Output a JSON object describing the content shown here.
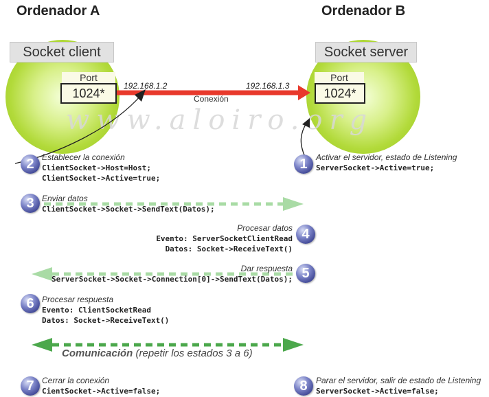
{
  "headers": {
    "computer_a": "Ordenador A",
    "computer_b": "Ordenador B"
  },
  "client": {
    "label": "Socket client",
    "port_label": "Port",
    "port_value": "1024*",
    "ip": "192.168.1.2"
  },
  "server": {
    "label": "Socket server",
    "port_label": "Port",
    "port_value": "1024*",
    "ip": "192.168.1.3"
  },
  "connection_label": "Conexión",
  "watermark": "www.aloiro.org",
  "steps": {
    "s1": {
      "num": "1",
      "title": "Activar el servidor, estado de Listening",
      "code": [
        "ServerSocket->Active=true;"
      ]
    },
    "s2": {
      "num": "2",
      "title": "Establecer la conexión",
      "code": [
        "ClientSocket->Host=Host;",
        "ClientSocket->Active=true;"
      ]
    },
    "s3": {
      "num": "3",
      "title": "Enviar datos",
      "code": [
        "ClientSocket->Socket->SendText(Datos);"
      ]
    },
    "s4": {
      "num": "4",
      "title": "Procesar datos",
      "code": [
        "Evento: ServerSocketClientRead",
        "Datos: Socket->ReceiveText()"
      ]
    },
    "s5": {
      "num": "5",
      "title": "Dar respuesta",
      "code": [
        "ServerSocket->Socket->Connection[0]->SendText(Datos);"
      ]
    },
    "s6": {
      "num": "6",
      "title": "Procesar respuesta",
      "code": [
        "Evento: ClientSocketRead",
        "Datos: Socket->ReceiveText()"
      ]
    },
    "s7": {
      "num": "7",
      "title": "Cerrar la conexión",
      "code": [
        "CientSocket->Active=false;"
      ]
    },
    "s8": {
      "num": "8",
      "title": "Parar el servidor, salir de estado de Listening",
      "code": [
        "ServerSocket->Active=false;"
      ]
    }
  },
  "communication": {
    "bold": "Comunicación",
    "rest": "(repetir los estados 3 a 6)"
  },
  "colors": {
    "sphere_green": "#a8d430",
    "connection_red": "#e8392c",
    "light_green_arrow": "#a9dba5",
    "dark_green_arrow": "#4ca84c",
    "step_circle": "#3c4391"
  }
}
